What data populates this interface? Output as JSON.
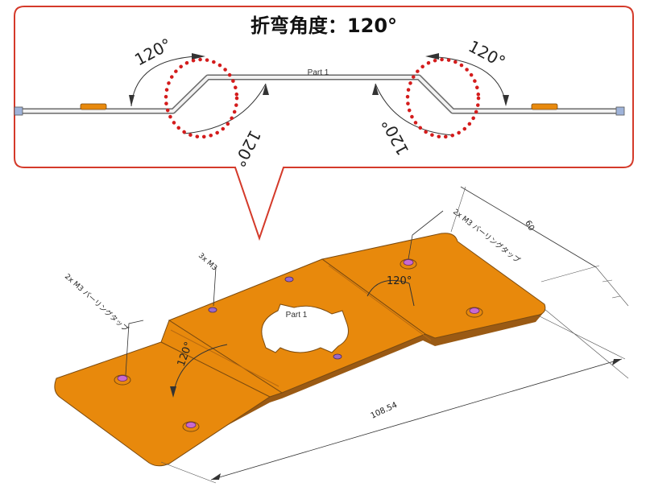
{
  "title": "折弯角度：120°",
  "top_view": {
    "part_label": "Part 1",
    "angle_labels": [
      "120°",
      "120°",
      "120°",
      "120°"
    ]
  },
  "iso_view": {
    "part_label": "Part 1",
    "bend_angle_left": "120°",
    "bend_angle_right": "120°",
    "callout_hole_left": "2x M3 バーリングタップ",
    "callout_hole_center": "3x M3",
    "callout_hole_right": "2x M3 バーリングタップ",
    "dim_length": "108.54",
    "dim_width": "60"
  },
  "colors": {
    "frame_border": "#d43a2a",
    "highlight_dots": "#d41c1c",
    "sheet_fill": "#e8890c",
    "sheet_edge": "#7a4a10",
    "hole_fill": "#c86ad0"
  }
}
